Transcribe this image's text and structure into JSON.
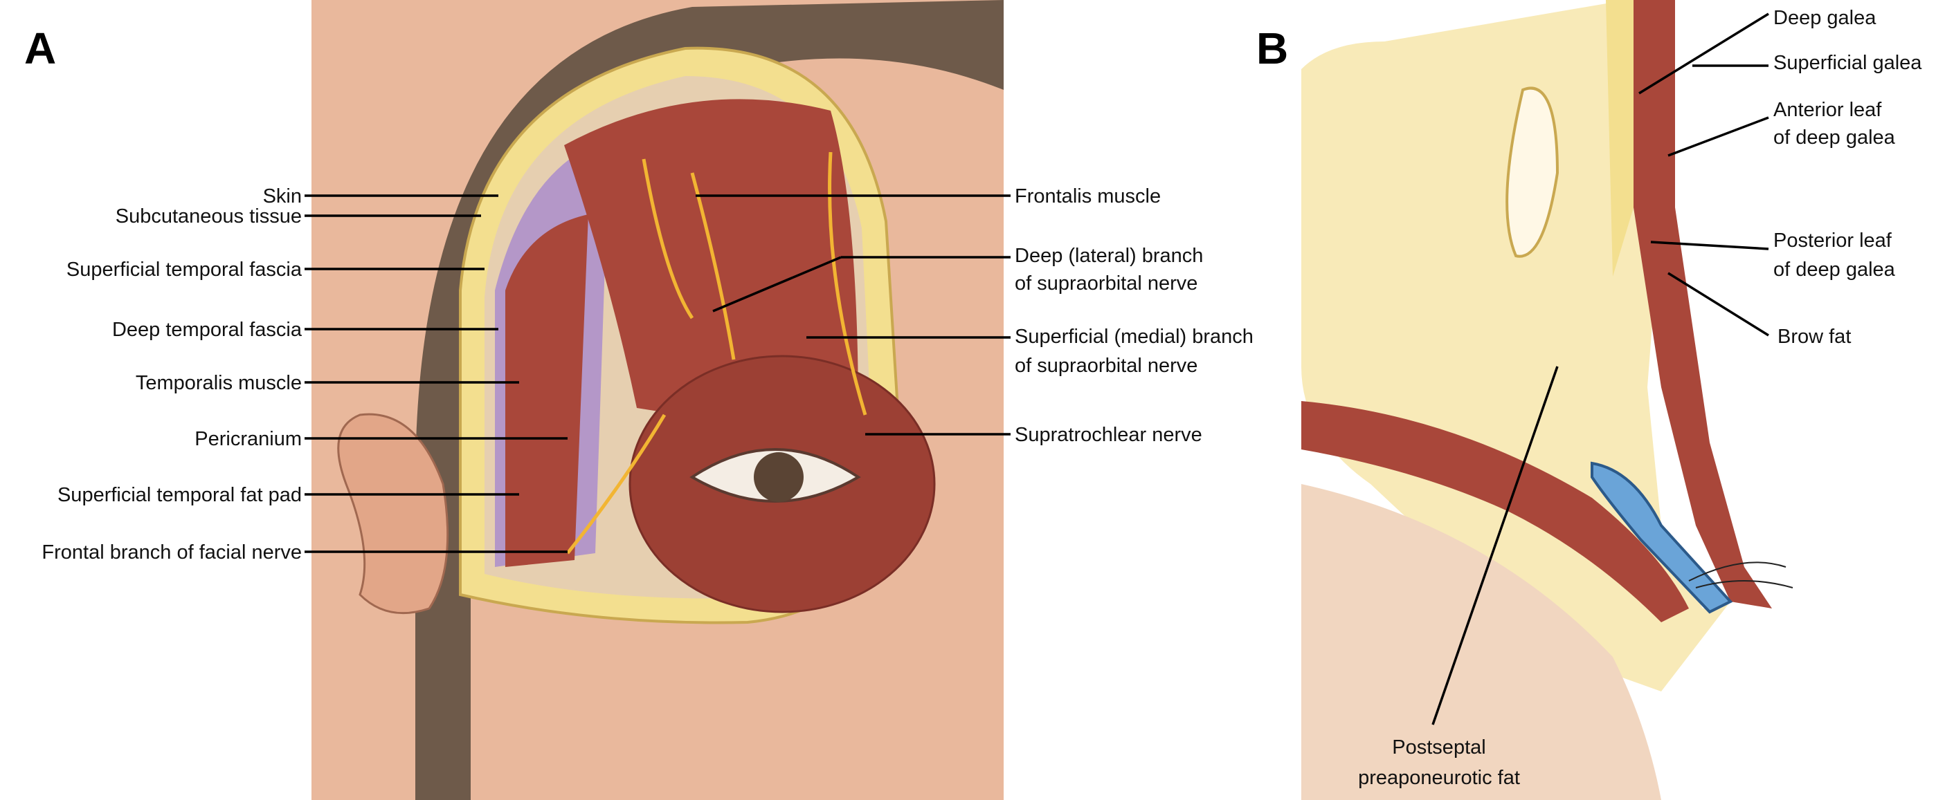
{
  "panel_a": {
    "letter": "A",
    "left_labels": [
      "Skin",
      "Subcutaneous tissue",
      "Superficial temporal fascia",
      "Deep temporal fascia",
      "Temporalis muscle",
      "Pericranium",
      "Superficial temporal fat pad",
      "Frontal branch of facial nerve"
    ],
    "right_labels": {
      "frontalis": "Frontalis muscle",
      "deep_branch_1": "Deep (lateral) branch",
      "deep_branch_2": "of supraorbital nerve",
      "superficial_branch_1": "Superficial (medial) branch",
      "superficial_branch_2": "of supraorbital nerve",
      "supratrochlear": "Supratrochlear nerve"
    }
  },
  "panel_b": {
    "letter": "B",
    "labels": {
      "deep_galea": "Deep galea",
      "superficial_galea": "Superficial galea",
      "anterior_leaf_1": "Anterior leaf",
      "anterior_leaf_2": "of deep galea",
      "posterior_leaf_1": "Posterior leaf",
      "posterior_leaf_2": "of deep galea",
      "brow_fat": "Brow fat",
      "postseptal_1": "Postseptal",
      "postseptal_2": "preaponeurotic fat"
    }
  },
  "colors": {
    "skin": "#e9b89c",
    "hair": "#6e5a4a",
    "muscle": "#a9473a",
    "fat": "#f3df8f",
    "fascia": "#b497c8",
    "nerve": "#f2b533",
    "bone": "#f8eab8",
    "septum": "#6aa4d8"
  }
}
